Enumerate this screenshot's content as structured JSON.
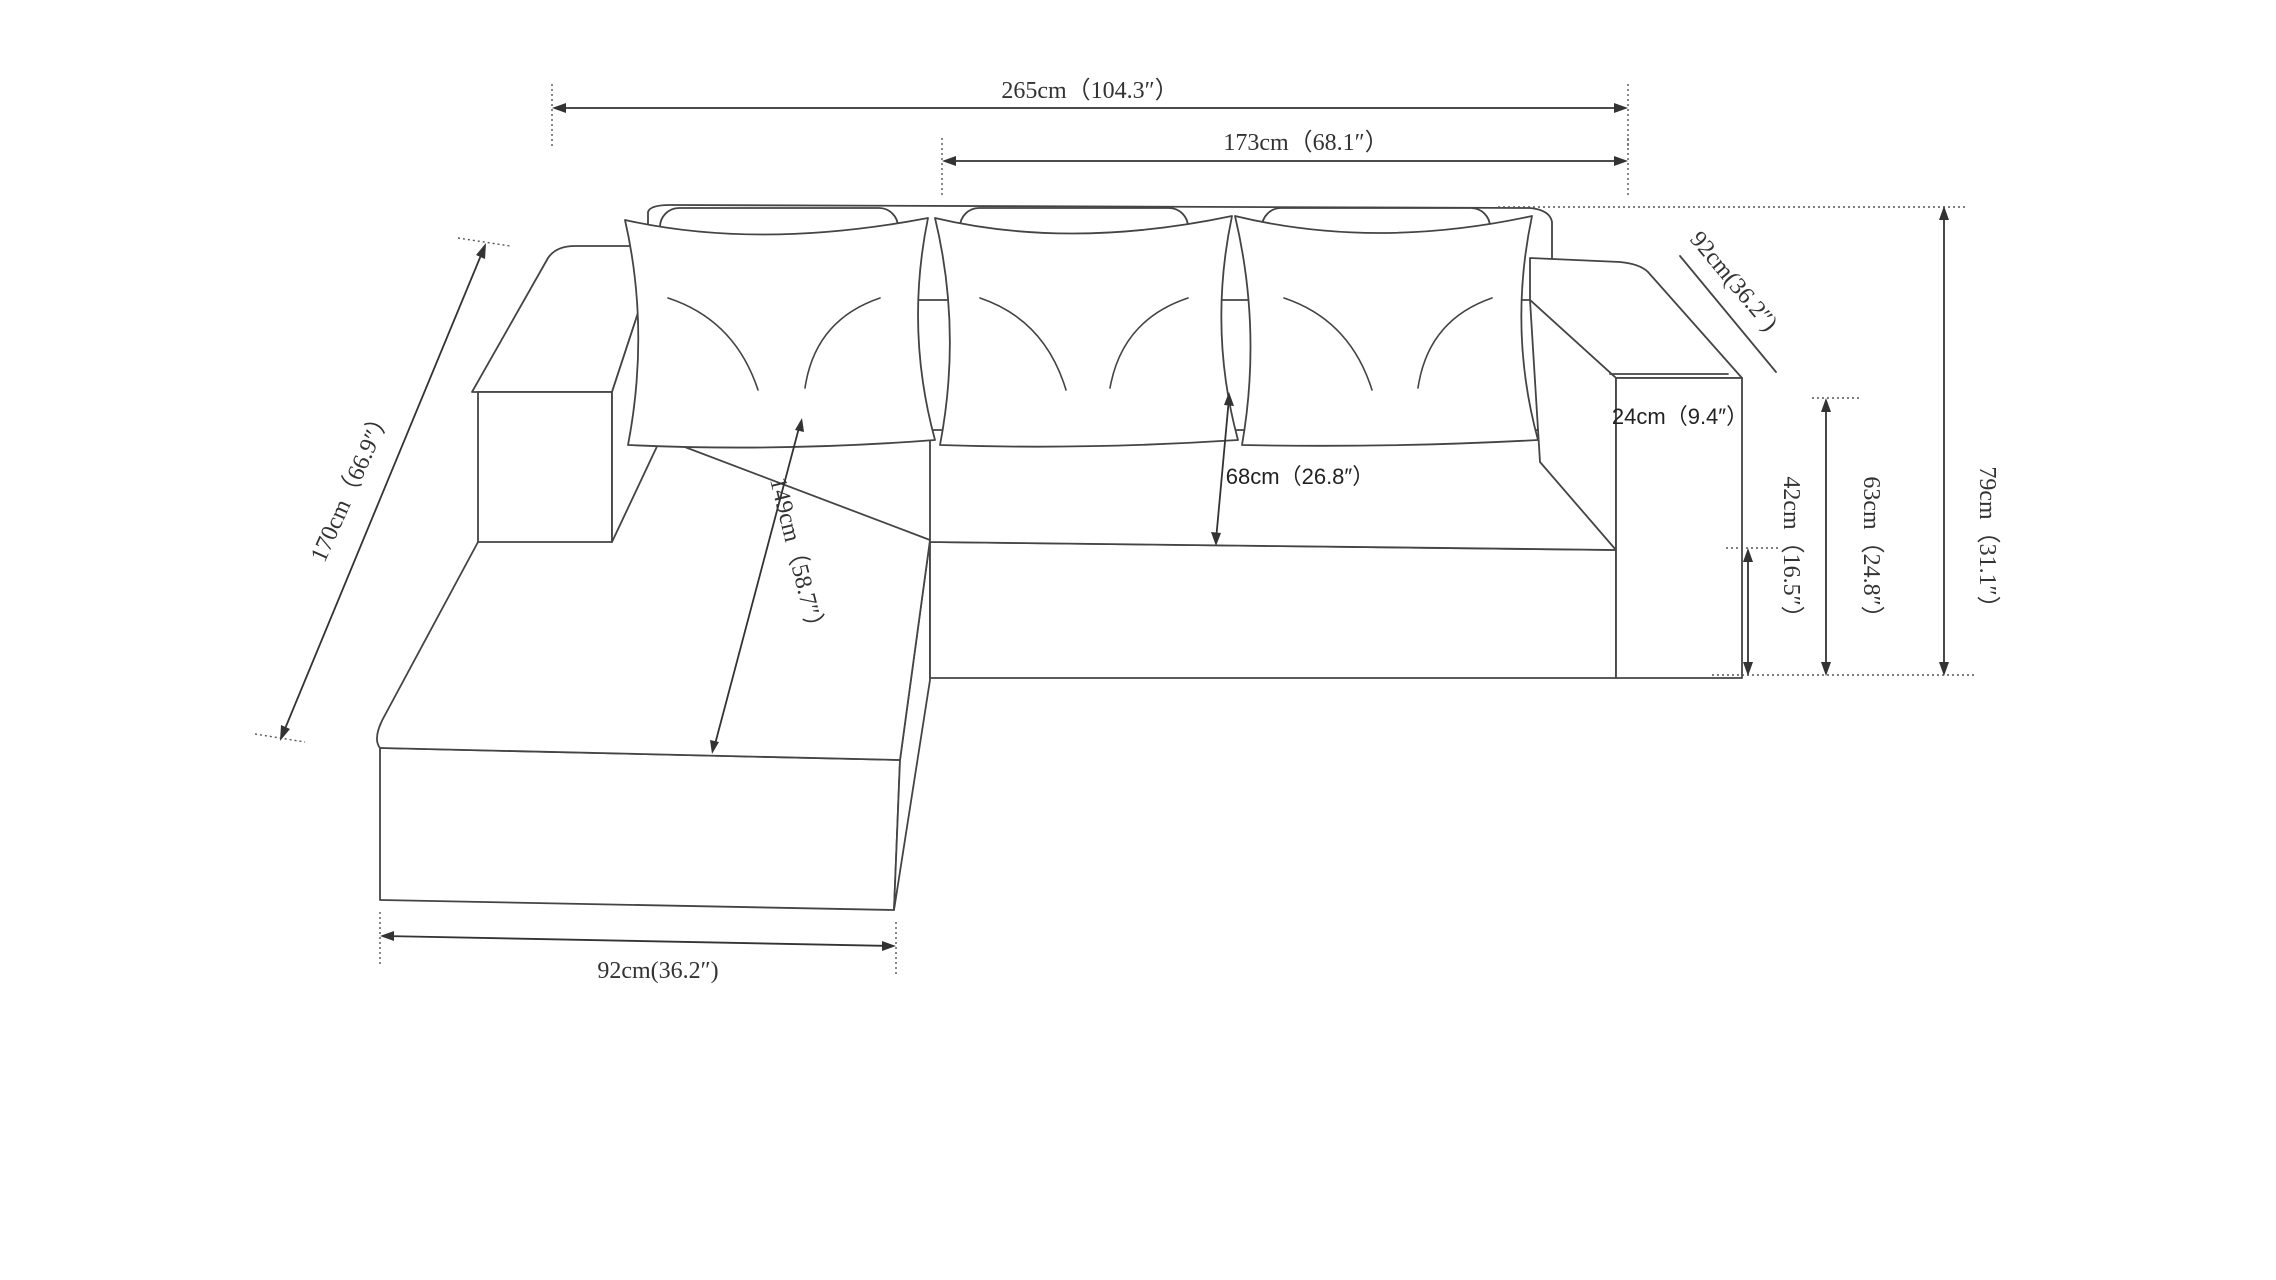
{
  "colors": {
    "line": "#444444",
    "text": "#333333",
    "background": "#ffffff"
  },
  "dimensions": {
    "overall_width": "265cm（104.3″）",
    "seat_width": "173cm（68.1″）",
    "chaise_length": "170cm（66.9″）",
    "chaise_seat_depth": "149cm（58.7″）",
    "seat_depth": "68cm（26.8″）",
    "chaise_width": "92cm(36.2″)",
    "sofa_depth": "92cm(36.2″)",
    "arm_width": "24cm（9.4″）",
    "seat_height": "42cm（16.5″）",
    "arm_height": "63cm（24.8″）",
    "back_height": "79cm（31.1″）"
  }
}
